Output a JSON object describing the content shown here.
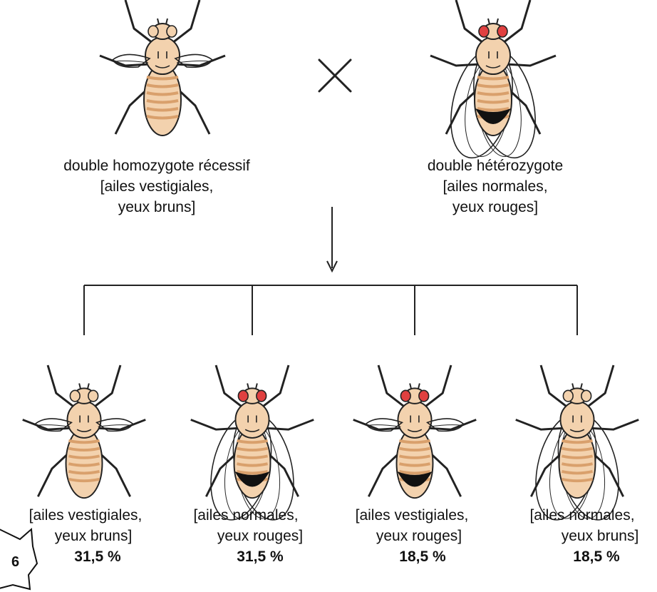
{
  "parents": [
    {
      "lines": [
        "double homozygote récessif",
        "[ailes vestigiales,",
        "yeux bruns]"
      ],
      "wings": "vestigial",
      "eyes": "brown"
    },
    {
      "lines": [
        "double hétérozygote",
        "[ailes normales,",
        "yeux rouges]"
      ],
      "wings": "normal",
      "eyes": "red"
    }
  ],
  "offspring": [
    {
      "lines": [
        "[ailes vestigiales,",
        "yeux bruns]"
      ],
      "percent": "31,5 %",
      "wings": "vestigial",
      "eyes": "brown"
    },
    {
      "lines": [
        "[ailes normales,",
        "yeux rouges]"
      ],
      "percent": "31,5 %",
      "wings": "normal",
      "eyes": "red"
    },
    {
      "lines": [
        "[ailes vestigiales,",
        "yeux rouges]"
      ],
      "percent": "18,5 %",
      "wings": "vestigial",
      "eyes": "red"
    },
    {
      "lines": [
        "[ailes normales,",
        "yeux bruns]"
      ],
      "percent": "18,5 %",
      "wings": "normal",
      "eyes": "brown"
    }
  ],
  "badge": {
    "number": "6"
  },
  "colors": {
    "body": "#f3d2ae",
    "stripes": "#d9a06c",
    "outline": "#222222",
    "red_eye": "#e04040",
    "abdomen_dark": "#111111"
  }
}
